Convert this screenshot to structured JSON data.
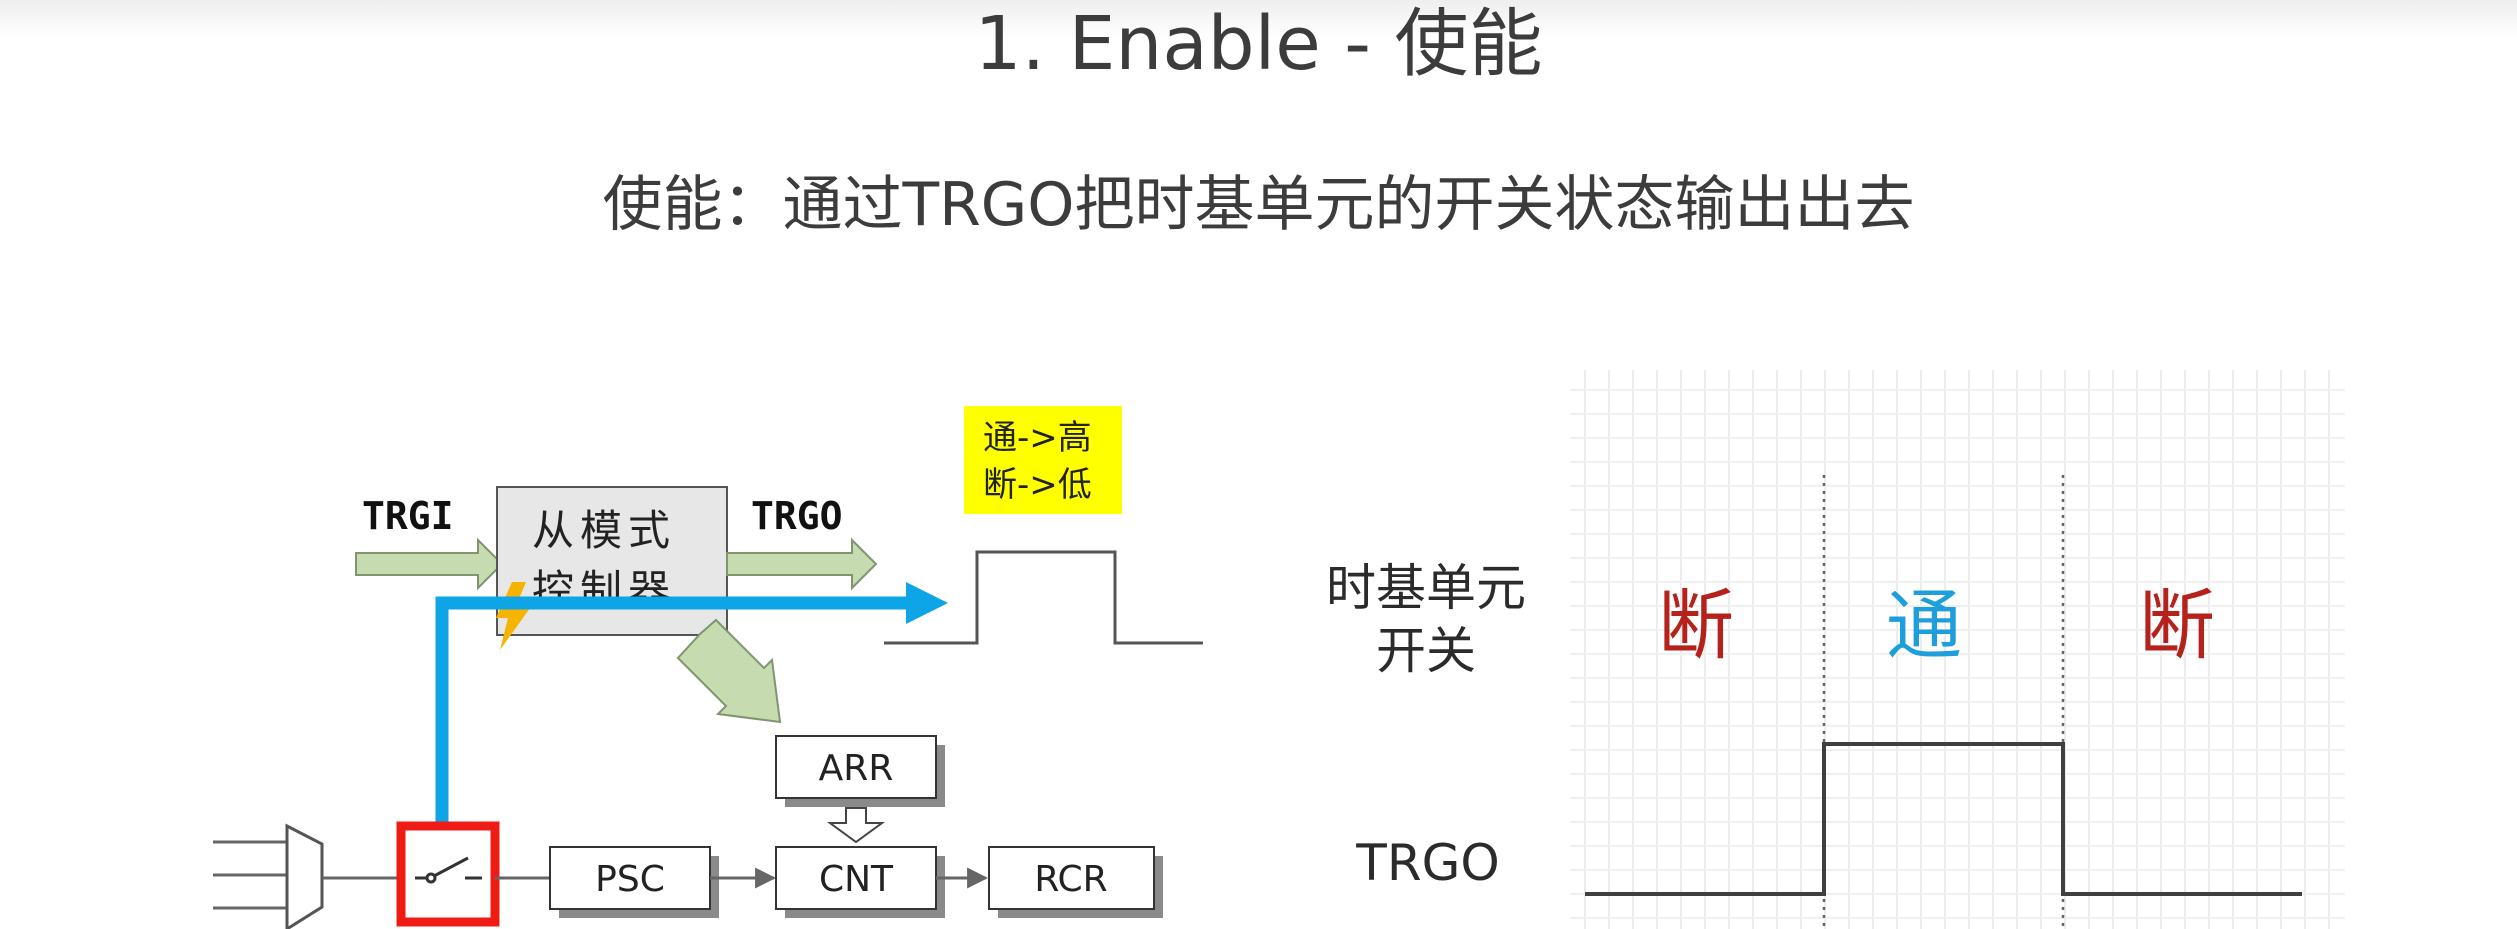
{
  "title": "1. Enable - 使能",
  "subtitle": "使能：通过TRGO把时基单元的开关状态输出出去",
  "block_diagram": {
    "trgi_label": "TRGI",
    "trgo_label": "TRGO",
    "slave_mode_line1": "从模式",
    "slave_mode_line2": "控制器",
    "note_line1": "通->高",
    "note_line2": "断->低",
    "arr_label": "ARR",
    "psc_label": "PSC",
    "cnt_label": "CNT",
    "rcr_label": "RCR"
  },
  "timing": {
    "row1_label_line1": "时基单元",
    "row1_label_line2": "开关",
    "row2_label": "TRGO",
    "states": [
      {
        "text": "断",
        "color": "#b5211b"
      },
      {
        "text": "通",
        "color": "#1e9fdc"
      },
      {
        "text": "断",
        "color": "#b5211b"
      }
    ]
  },
  "colors": {
    "blue_path": "#0ea5e6",
    "switch_highlight": "#ee1c14",
    "note_background": "#ffff00",
    "block_arrow_fill": "#c6dbb0",
    "slave_box_fill": "#e7e7e7"
  }
}
